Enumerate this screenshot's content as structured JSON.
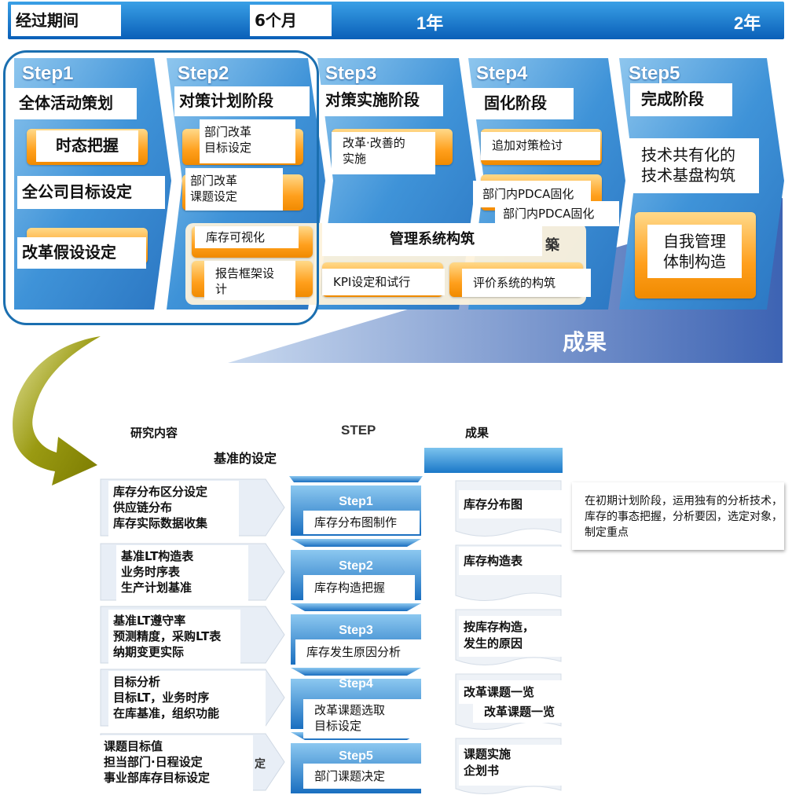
{
  "timeline": {
    "label": "经过期间",
    "m6": "6个月",
    "y1": "1年",
    "y2": "2年"
  },
  "steps": [
    {
      "title": "Step1",
      "phase": "全体活动策划",
      "items": [
        "时态把握",
        "全公司目标设定",
        "改革假设设定"
      ]
    },
    {
      "title": "Step2",
      "phase": "对策计划阶段",
      "items": [
        "部门改革\n目标设定",
        "部门改革\n课题设定",
        "库存可视化",
        "报告框架设\n计"
      ]
    },
    {
      "title": "Step3",
      "phase": "对策实施阶段",
      "items": [
        "改革·改善的\n实施"
      ]
    },
    {
      "title": "Step4",
      "phase": "固化阶段",
      "items": [
        "追加对策检讨",
        "部门内PDCA固化",
        "部门内PDCA固化"
      ]
    },
    {
      "title": "Step5",
      "phase": "完成阶段",
      "items": [
        "技术共有化的\n技术基盘构筑",
        "自我管理\n体制构造"
      ]
    }
  ],
  "mgmt": {
    "title": "管理系统构筑",
    "partial": "築",
    "kpi": "KPI设定和试行",
    "eval": "评价系统的构筑"
  },
  "result_label": "成果",
  "lower": {
    "header_research": "研究内容",
    "header_step": "STEP",
    "header_result": "成果",
    "banner": "基准的设定",
    "rows": [
      {
        "research": "库存分布区分设定\n供应链分布\n库存实际数据收集",
        "step": "Step1",
        "task": "库存分布图制作",
        "result": "库存分布图"
      },
      {
        "research": "基准LT构造表\n业务时序表\n生产计划基准",
        "step": "Step2",
        "task": "库存构造把握",
        "result": "库存构造表"
      },
      {
        "research": "基准LT遵守率\n预测精度，采购LT表\n纳期变更实际",
        "step": "Step3",
        "task": "库存发生原因分析",
        "result": "按库存构造，\n发生的原因"
      },
      {
        "research": "目标分析\n目标LT，业务时序\n在库基准，组织功能",
        "step": "Step4",
        "task": "改革课题选取\n目标设定",
        "result": "改革课题一览",
        "result2": "改革课题一览"
      },
      {
        "research": "课题目标值\n担当部门·日程设定\n事业部库存目标设定",
        "step": "Step5",
        "task": "部门课题决定",
        "result": "课题实施\n企划书",
        "partial": "定"
      }
    ],
    "note": "在初期计划阶段，运用独有的分析技术，库存的事态把握，分析要因，选定对象，制定重点"
  }
}
